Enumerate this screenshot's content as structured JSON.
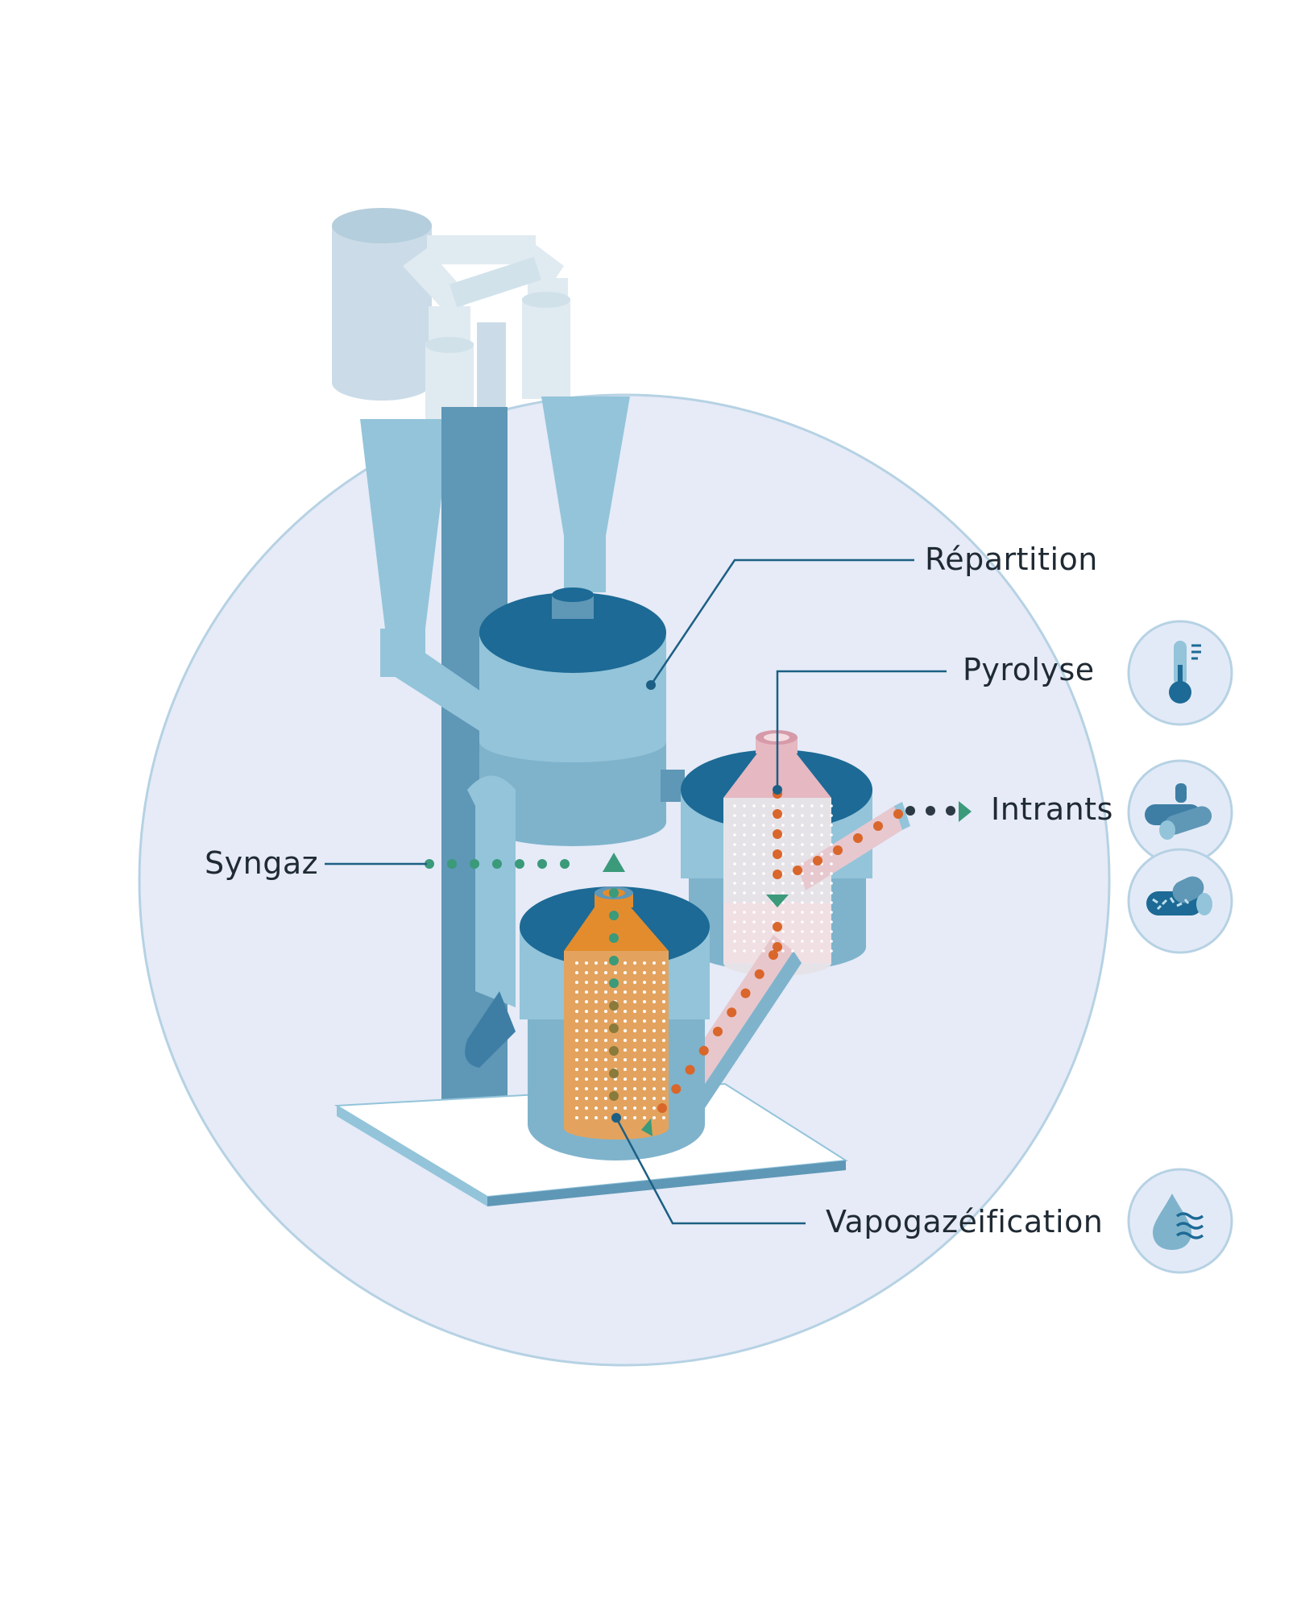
{
  "labels": {
    "repartition": "Répartition",
    "pyrolyse": "Pyrolyse",
    "intrants": "Intrants",
    "syngaz": "Syngaz",
    "vapogazeification": "Vapogazéification"
  },
  "icons": {
    "temperature": "thermometer-icon",
    "intrants_top": "logs-icon",
    "intrants_bottom": "wood-chips-icon",
    "water": "water-drop-icon"
  },
  "colors": {
    "background_circle": "#e6ebf7",
    "circle_border": "#b6d2e4",
    "dark_blue": "#1c6a95",
    "medium_blue": "#5f97b6",
    "light_blue": "#93c4da",
    "pale_blue": "#c7dce7",
    "pyrolysis_pink": "#e5b8c2",
    "gasifier_orange": "#e38c2e",
    "flow_orange": "#d9662a",
    "flow_green": "#3a9a7a",
    "flow_dark": "#2d3a45"
  }
}
